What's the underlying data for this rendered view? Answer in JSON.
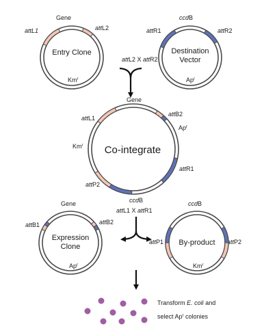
{
  "colors": {
    "pink": "#f3c6b6",
    "blue": "#5f73b8",
    "ring": "#4a4a4a",
    "dot": "#a05ea3"
  },
  "entry": {
    "gene": "Gene",
    "att_l1": "attL1",
    "att_l2": "attL2",
    "name_1": "Entry Clone",
    "marker": "Km",
    "marker_sup": "r"
  },
  "destination": {
    "ccdb": "ccdB",
    "att_r1": "attR1",
    "att_r2": "attR2",
    "name_1": "Destination",
    "name_2": "Vector",
    "marker": "Ap",
    "marker_sup": "r"
  },
  "reaction_1": "attL2 X attR2",
  "cointegrate": {
    "name": "Co-integrate",
    "gene": "Gene",
    "att_l1": "attL1",
    "att_b2": "attB2",
    "ap": "Ap",
    "ap_sup": "r",
    "km": "Km",
    "km_sup": "r",
    "att_r1": "attR1",
    "att_p2": "attP2",
    "ccdb": "ccdB"
  },
  "reaction_2": "attL1 X attR1",
  "expression": {
    "gene": "Gene",
    "att_b1": "attB1",
    "att_b2": "attB2",
    "name_1": "Expression",
    "name_2": "Clone",
    "marker": "Ap",
    "marker_sup": "r"
  },
  "byproduct": {
    "ccdb": "ccdB",
    "att_p1": "attP1",
    "att_p2": "attP2",
    "name": "By-product",
    "marker": "Km",
    "marker_sup": "r"
  },
  "transform": {
    "line1_a": "Transform ",
    "line1_b": "E. coli",
    "line1_c": " and",
    "line2_a": "select Ap",
    "line2_sup": "r",
    "line2_b": " colonies"
  }
}
